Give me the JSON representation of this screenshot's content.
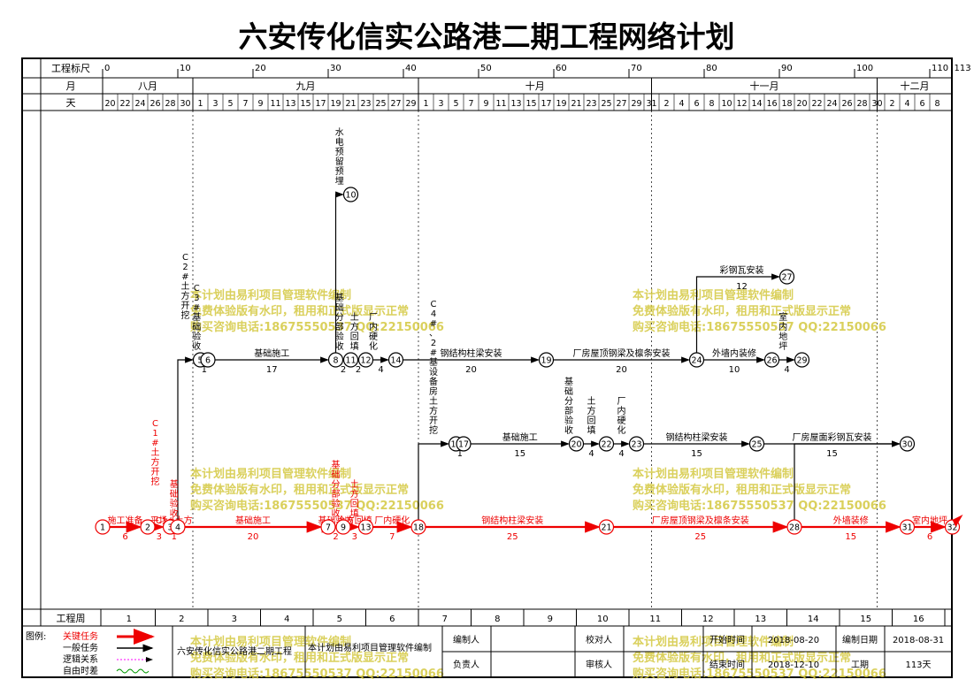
{
  "title": "六安传化信实公路港二期工程网络计划",
  "scale": {
    "label": "工程标尺",
    "marks": [
      {
        "t": "0",
        "d": 0
      },
      {
        "t": "10",
        "d": 10
      },
      {
        "t": "20",
        "d": 20
      },
      {
        "t": "30",
        "d": 30
      },
      {
        "t": "40",
        "d": 40
      },
      {
        "t": "50",
        "d": 50
      },
      {
        "t": "60",
        "d": 60
      },
      {
        "t": "70",
        "d": 70
      },
      {
        "t": "80",
        "d": 80
      },
      {
        "t": "90",
        "d": 90
      },
      {
        "t": "100",
        "d": 100
      },
      {
        "t": "110",
        "d": 110
      },
      {
        "t": "113",
        "d": 113
      }
    ]
  },
  "months": {
    "label": "月",
    "items": [
      {
        "name": "八月",
        "start": 0,
        "end": 12
      },
      {
        "name": "九月",
        "start": 12,
        "end": 42
      },
      {
        "name": "十月",
        "start": 42,
        "end": 73
      },
      {
        "name": "十一月",
        "start": 73,
        "end": 103
      },
      {
        "name": "十二月",
        "start": 103,
        "end": 113
      }
    ]
  },
  "days": {
    "label": "天",
    "items": [
      "20",
      "22",
      "24",
      "26",
      "28",
      "30",
      "1",
      "3",
      "5",
      "7",
      "9",
      "11",
      "13",
      "15",
      "17",
      "19",
      "21",
      "23",
      "25",
      "27",
      "29",
      "1",
      "3",
      "5",
      "7",
      "9",
      "11",
      "13",
      "15",
      "17",
      "19",
      "21",
      "23",
      "25",
      "27",
      "29",
      "31",
      "2",
      "4",
      "6",
      "8",
      "10",
      "12",
      "14",
      "16",
      "18",
      "20",
      "22",
      "24",
      "26",
      "28",
      "30",
      "2",
      "4",
      "6",
      "8"
    ]
  },
  "week_row": {
    "label": "工程周",
    "items": [
      "1",
      "2",
      "3",
      "4",
      "5",
      "6",
      "7",
      "8",
      "9",
      "10",
      "11",
      "12",
      "13",
      "14",
      "15",
      "16"
    ]
  },
  "colors": {
    "critical": "#ee0000",
    "normal": "#000000",
    "watermark": "#d4c840",
    "logic": "#ff00ff",
    "free": "#009900"
  },
  "network": {
    "nodes": [
      {
        "id": "1",
        "d": 0,
        "lane": "c"
      },
      {
        "id": "2",
        "d": 6,
        "lane": "c"
      },
      {
        "id": "3",
        "d": 9,
        "lane": "c"
      },
      {
        "id": "4",
        "d": 10,
        "lane": "c"
      },
      {
        "id": "7",
        "d": 30,
        "lane": "c"
      },
      {
        "id": "9",
        "d": 32,
        "lane": "c"
      },
      {
        "id": "13",
        "d": 35,
        "lane": "c"
      },
      {
        "id": "18",
        "d": 42,
        "lane": "c"
      },
      {
        "id": "21",
        "d": 67,
        "lane": "c"
      },
      {
        "id": "28",
        "d": 92,
        "lane": "c"
      },
      {
        "id": "31",
        "d": 107,
        "lane": "c"
      },
      {
        "id": "32",
        "d": 113,
        "lane": "c"
      },
      {
        "id": "5",
        "d": 13,
        "lane": "u"
      },
      {
        "id": "6",
        "d": 14,
        "lane": "u"
      },
      {
        "id": "8",
        "d": 31,
        "lane": "u"
      },
      {
        "id": "11",
        "d": 33,
        "lane": "u"
      },
      {
        "id": "12",
        "d": 35,
        "lane": "u"
      },
      {
        "id": "14",
        "d": 39,
        "lane": "u"
      },
      {
        "id": "19",
        "d": 59,
        "lane": "u"
      },
      {
        "id": "24",
        "d": 79,
        "lane": "u"
      },
      {
        "id": "26",
        "d": 89,
        "lane": "u"
      },
      {
        "id": "29",
        "d": 93,
        "lane": "u"
      },
      {
        "id": "27",
        "d": 91,
        "lane": "r"
      },
      {
        "id": "10",
        "d": 33,
        "lane": "t"
      },
      {
        "id": "16",
        "d": 47,
        "lane": "m"
      },
      {
        "id": "17",
        "d": 48,
        "lane": "m"
      },
      {
        "id": "20",
        "d": 63,
        "lane": "m"
      },
      {
        "id": "22",
        "d": 67,
        "lane": "m"
      },
      {
        "id": "23",
        "d": 71,
        "lane": "m"
      },
      {
        "id": "25",
        "d": 87,
        "lane": "m"
      },
      {
        "id": "30",
        "d": 107,
        "lane": "m"
      }
    ],
    "arrows": [
      {
        "a": "1",
        "b": "2",
        "name": "施工准备",
        "dur": "6",
        "crit": true
      },
      {
        "a": "2",
        "b": "3",
        "name": "平场",
        "dur": "3",
        "crit": true
      },
      {
        "a": "3",
        "b": "4",
        "name": "C1#土方",
        "dur": "1",
        "crit": true
      },
      {
        "a": "4",
        "b": "7",
        "name": "基础施工",
        "dur": "20",
        "crit": true
      },
      {
        "a": "7",
        "b": "9",
        "name": "基础验收",
        "dur": "2",
        "crit": true
      },
      {
        "a": "9",
        "b": "13",
        "name": "土方回填",
        "dur": "3",
        "crit": true
      },
      {
        "a": "13",
        "b": "18",
        "name": "厂内硬化",
        "dur": "7",
        "crit": true
      },
      {
        "a": "18",
        "b": "21",
        "name": "钢结构柱梁安装",
        "dur": "25",
        "crit": true
      },
      {
        "a": "21",
        "b": "28",
        "name": "厂房屋顶钢梁及檩条安装",
        "dur": "25",
        "crit": true
      },
      {
        "a": "28",
        "b": "31",
        "name": "外墙装修",
        "dur": "15",
        "crit": true
      },
      {
        "a": "31",
        "b": "32",
        "name": "室内地坪",
        "dur": "6",
        "crit": true
      },
      {
        "a": "5",
        "b": "6",
        "name": "",
        "dur": "1",
        "crit": false
      },
      {
        "a": "6",
        "b": "8",
        "name": "基础施工",
        "dur": "17",
        "crit": false
      },
      {
        "a": "8",
        "b": "11",
        "name": "",
        "dur": "2",
        "crit": false
      },
      {
        "a": "11",
        "b": "12",
        "name": "",
        "dur": "2",
        "crit": false
      },
      {
        "a": "12",
        "b": "14",
        "name": "",
        "dur": "4",
        "crit": false
      },
      {
        "a": "14",
        "b": "19",
        "name": "钢结构柱梁安装",
        "dur": "20",
        "crit": false
      },
      {
        "a": "19",
        "b": "24",
        "name": "厂房屋顶钢梁及檩条安装",
        "dur": "20",
        "crit": false
      },
      {
        "a": "24",
        "b": "26",
        "name": "外墙内装修",
        "dur": "10",
        "crit": false
      },
      {
        "a": "26",
        "b": "29",
        "name": "",
        "dur": "4",
        "crit": false
      },
      {
        "a": "24",
        "b": "27",
        "name": "彩钢瓦安装",
        "dur": "12",
        "crit": false
      },
      {
        "a": "16",
        "b": "17",
        "name": "",
        "dur": "1",
        "crit": false
      },
      {
        "a": "17",
        "b": "20",
        "name": "基础施工",
        "dur": "15",
        "crit": false
      },
      {
        "a": "20",
        "b": "22",
        "name": "",
        "dur": "4",
        "crit": false
      },
      {
        "a": "22",
        "b": "23",
        "name": "",
        "dur": "4",
        "crit": false
      },
      {
        "a": "23",
        "b": "25",
        "name": "钢结构柱梁安装",
        "dur": "15",
        "crit": false
      },
      {
        "a": "25",
        "b": "30",
        "name": "厂房屋面彩钢瓦安装",
        "dur": "15",
        "crit": false
      }
    ],
    "vertical_labels": [
      {
        "text": "基础验收",
        "d": 9.5,
        "lane": "c",
        "crit": true
      },
      {
        "text": "C1#土方开挖",
        "d": 7,
        "lane": "c2",
        "crit": true
      },
      {
        "text": "基础分部验收",
        "d": 31,
        "lane": "c",
        "crit": true
      },
      {
        "text": "土方回填",
        "d": 33.5,
        "lane": "c",
        "crit": true
      },
      {
        "text": "C2#土方开挖",
        "d": 11,
        "lane": "u2",
        "crit": false
      },
      {
        "text": "C3#基础验收",
        "d": 12.5,
        "lane": "u",
        "crit": false
      },
      {
        "text": "基础分部验收",
        "d": 31.5,
        "lane": "u",
        "crit": false
      },
      {
        "text": "土方回填",
        "d": 33.5,
        "lane": "u",
        "crit": false
      },
      {
        "text": "厂内硬化",
        "d": 36,
        "lane": "u",
        "crit": false
      },
      {
        "text": "水电预留预埋",
        "d": 31.5,
        "lane": "t",
        "crit": false
      },
      {
        "text": "室内地坪",
        "d": 90.5,
        "lane": "u",
        "crit": false
      },
      {
        "text": "C4#、2#基设备房土方开挖",
        "d": 44,
        "lane": "m",
        "crit": false
      },
      {
        "text": "基础分部验收",
        "d": 62,
        "lane": "m",
        "crit": false
      },
      {
        "text": "土方回填",
        "d": 65,
        "lane": "m",
        "crit": false
      },
      {
        "text": "厂内硬化",
        "d": 69,
        "lane": "m",
        "crit": false
      }
    ]
  },
  "watermarks": [
    [
      "本计划由易利项目管理软件编制",
      "免费体验版有水印，租用和正式版显示正常",
      "购买咨询电话:18675550537 QQ:22150066"
    ]
  ],
  "legend": {
    "title": "图例:",
    "items": [
      "关键任务",
      "一般任务",
      "逻辑关系",
      "自由时差"
    ]
  },
  "footer": {
    "project_name": "六安传化信实公路港二期工程",
    "software": "本计划由易利项目管理软件编制",
    "editor_label": "编制人",
    "editor_value": "",
    "owner_label": "负责人",
    "owner_value": "",
    "checker_label": "校对人",
    "checker_value": "",
    "reviewer_label": "审核人",
    "reviewer_value": "",
    "start_label": "开始时间",
    "start_value": "2018-08-20",
    "end_label": "结束时间",
    "end_value": "2018-12-10",
    "date_label": "编制日期",
    "date_value": "2018-08-31",
    "period_label": "工期",
    "period_value": "113天"
  }
}
